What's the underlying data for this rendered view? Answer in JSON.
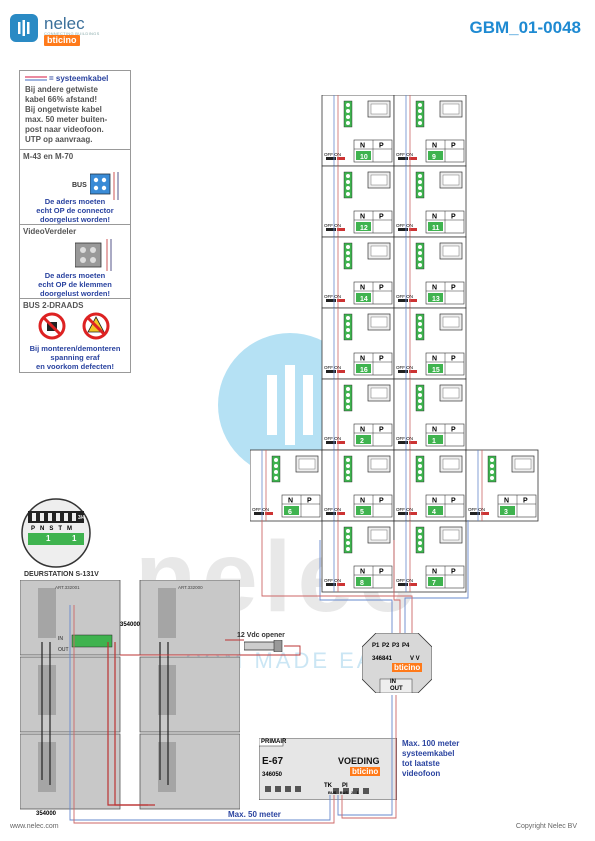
{
  "header": {
    "brand_name": "nelec",
    "brand_sub": "CONNECTING BUILDINGS",
    "brand_partner": "bticino",
    "doc_code": "GBM_01-0048"
  },
  "legend": {
    "cable_label": "= systeemkabel",
    "cable_note_lines": [
      "Bij andere getwiste",
      "kabel 66% afstand!",
      "Bij ongetwiste kabel",
      "max. 50 meter buiten-",
      "post naar videofoon.",
      "UTP op aanvraag."
    ],
    "m43_title": "M-43 en M-70",
    "bus_label": "BUS",
    "m43_note_lines": [
      "De aders moeten",
      "echt OP de connector",
      "doorgelust worden!"
    ],
    "vv_title": "VideoVerdeler",
    "vv_note_lines": [
      "De aders moeten",
      "echt OP de klemmen",
      "doorgelust worden!"
    ],
    "bus2_title": "BUS 2-DRAADS",
    "bus2_note_lines": [
      "Bij monteren/demonteren",
      "spanning eraf",
      "en voorkom defecten!"
    ]
  },
  "dip": {
    "labels": [
      "P",
      "N",
      "S",
      "TM"
    ],
    "value_p": "1",
    "value_m": "1",
    "value_n": "3/4"
  },
  "door_station": {
    "title": "DEURSTATION S-131V",
    "art_main": "ART.332001",
    "art_unit": "ART.332000",
    "code_top": "354000",
    "code_bottom": "354000",
    "in_label": "IN",
    "out_label": "OUT"
  },
  "opener": {
    "label": "12 Vdc opener"
  },
  "distributor": {
    "code": "346841",
    "ports": [
      "P1",
      "P2",
      "P3",
      "P4"
    ],
    "vv": "V V",
    "in": "IN",
    "out": "OUT"
  },
  "power": {
    "title": "PRIMAIR",
    "model": "E-67",
    "name": "VOEDING",
    "code": "346050",
    "terms": [
      "BUS",
      "BUS",
      "2",
      "1"
    ],
    "tk": "TK",
    "pi": "PI"
  },
  "annotations": {
    "max_100_lines": [
      "Max. 100 meter",
      "systeemkabel",
      "tot laatste",
      "videofoon"
    ],
    "max_50": "Max. 50 meter"
  },
  "phones": [
    {
      "num": "10",
      "label_n": "N",
      "label_p": "P",
      "off": "OFF ON"
    },
    {
      "num": "9",
      "label_n": "N",
      "label_p": "P",
      "off": "OFF ON"
    },
    {
      "num": "12",
      "label_n": "N",
      "label_p": "P",
      "off": "OFF ON"
    },
    {
      "num": "11",
      "label_n": "N",
      "label_p": "P",
      "off": "OFF ON"
    },
    {
      "num": "14",
      "label_n": "N",
      "label_p": "P",
      "off": "OFF ON"
    },
    {
      "num": "13",
      "label_n": "N",
      "label_p": "P",
      "off": "OFF ON"
    },
    {
      "num": "16",
      "label_n": "N",
      "label_p": "P",
      "off": "OFF ON"
    },
    {
      "num": "15",
      "label_n": "N",
      "label_p": "P",
      "off": "OFF ON"
    },
    {
      "num": "2",
      "label_n": "N",
      "label_p": "P",
      "off": "OFF ON"
    },
    {
      "num": "1",
      "label_n": "N",
      "label_p": "P",
      "off": "OFF ON"
    },
    {
      "num": "6",
      "label_n": "N",
      "label_p": "P",
      "off": "OFF ON"
    },
    {
      "num": "5",
      "label_n": "N",
      "label_p": "P",
      "off": "OFF ON"
    },
    {
      "num": "4",
      "label_n": "N",
      "label_p": "P",
      "off": "OFF ON"
    },
    {
      "num": "3",
      "label_n": "N",
      "label_p": "P",
      "off": "OFF ON"
    },
    {
      "num": "8",
      "label_n": "N",
      "label_p": "P",
      "off": "OFF ON"
    },
    {
      "num": "7",
      "label_n": "N",
      "label_p": "P",
      "off": "OFF ON"
    }
  ],
  "watermark": {
    "big": "nelec",
    "sub": "COM MADE EASY"
  },
  "footer": {
    "left": "www.nelec.com",
    "right": "Copyright Nelec BV"
  }
}
